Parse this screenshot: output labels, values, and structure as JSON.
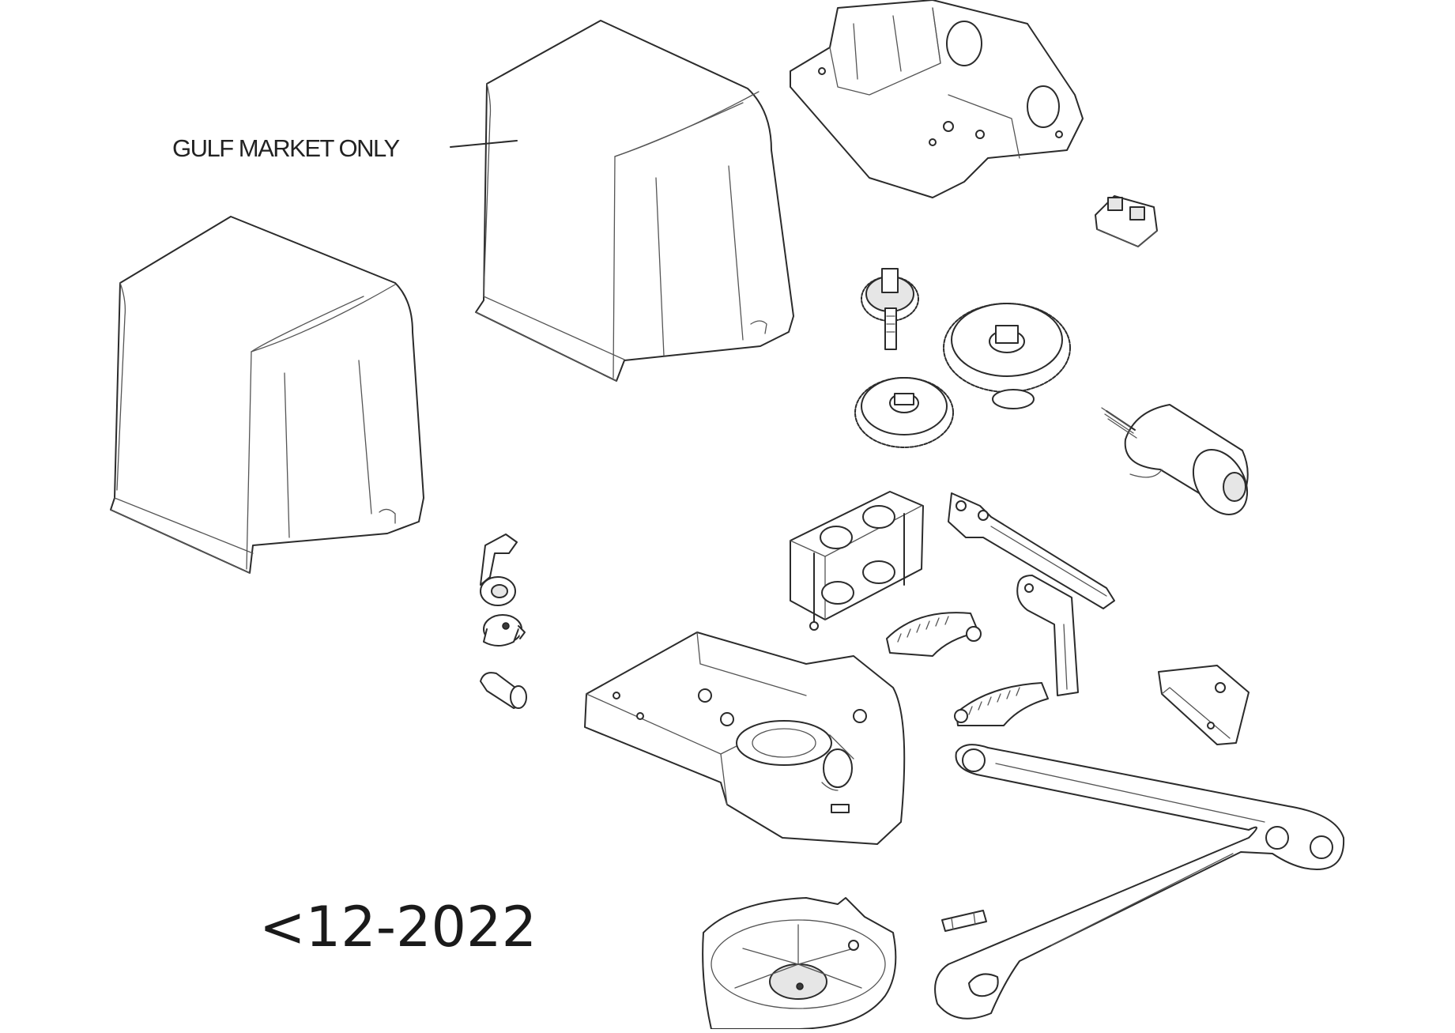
{
  "labels": {
    "callout": "GULF MARKET ONLY",
    "date_code": "<12-2022"
  },
  "parts": [
    "cover-standard",
    "cover-gulf-market",
    "upper-housing",
    "terminal-board",
    "gear-small",
    "gear-large",
    "gear-medium",
    "motor",
    "limit-cam",
    "lock-cylinder",
    "release-knob",
    "key",
    "gear-bracket",
    "release-lever-shaft",
    "limit-sector-upper",
    "limit-sector-lower",
    "release-handle",
    "mounting-bracket",
    "lower-housing",
    "gate-arm",
    "pin",
    "base-cover"
  ]
}
